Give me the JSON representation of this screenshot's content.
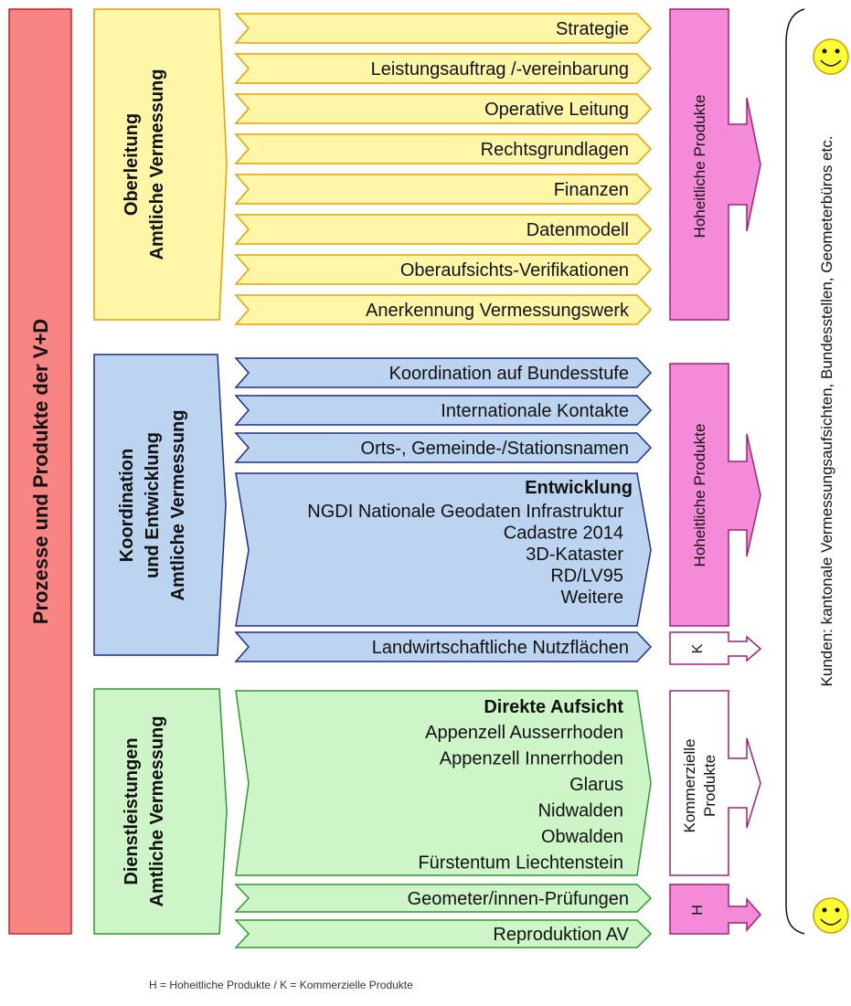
{
  "main_title": "Prozesse und Produkte der V+D",
  "sections": {
    "oberleitung": {
      "title_line1": "Oberleitung",
      "title_line2": "Amtliche Vermessung",
      "items": [
        "Strategie",
        "Leistungsauftrag /-vereinbarung",
        "Operative Leitung",
        "Rechtsgrundlagen",
        "Finanzen",
        "Datenmodell",
        "Oberaufsichts-Verifikationen",
        "Anerkennung Vermessungswerk"
      ],
      "output_label": "Hoheitliche Produkte"
    },
    "koordination": {
      "title_line1": "Koordination",
      "title_line2": "und Entwicklung",
      "title_line3": "Amtliche Vermessung",
      "items": [
        "Koordination auf Bundesstufe",
        "Internationale Kontakte",
        "Orts-, Gemeinde-/Stationsnamen"
      ],
      "entwicklung": {
        "heading": "Entwicklung",
        "lines": [
          "NGDI Nationale Geodaten Infrastruktur",
          "Cadastre 2014",
          "3D-Kataster",
          "RD/LV95",
          "Weitere"
        ]
      },
      "last_item": "Landwirtschaftliche Nutzflächen",
      "output_label": "Hoheitliche Produkte",
      "k_label": "K"
    },
    "dienstleistungen": {
      "title_line1": "Dienstleistungen",
      "title_line2": "Amtliche Vermessung",
      "aufsicht": {
        "heading": "Direkte Aufsicht",
        "lines": [
          "Appenzell Ausserrhoden",
          "Appenzell Innerrhoden",
          "Glarus",
          "Nidwalden",
          "Obwalden",
          "Fürstentum Liechtenstein"
        ]
      },
      "items": [
        "Geometer/innen-Prüfungen",
        "Reproduktion AV"
      ],
      "output_line1": "Kommerzielle",
      "output_line2": "Produkte",
      "h_label": "H"
    }
  },
  "customers": "Kunden: kantonale Vermessungsaufsichten, Bundesstellen, Geometerbüros etc.",
  "footnote": "H = Hoheitliche Produkte / K = Kommerzielle Produkte",
  "colors": {
    "title_fill": "#f88484",
    "title_stroke": "#cc2222",
    "yellow_fill": "#fff6a8",
    "yellow_stroke": "#e8a000",
    "blue_fill": "#bcd4f0",
    "blue_stroke": "#1f2d8c",
    "green_fill": "#cdf5c8",
    "green_stroke": "#2e9a2e",
    "pink_fill": "#f58ad8",
    "pink_stroke": "#a0207a",
    "smiley_fill": "#ffff33",
    "smiley_stroke": "#c8a000"
  }
}
